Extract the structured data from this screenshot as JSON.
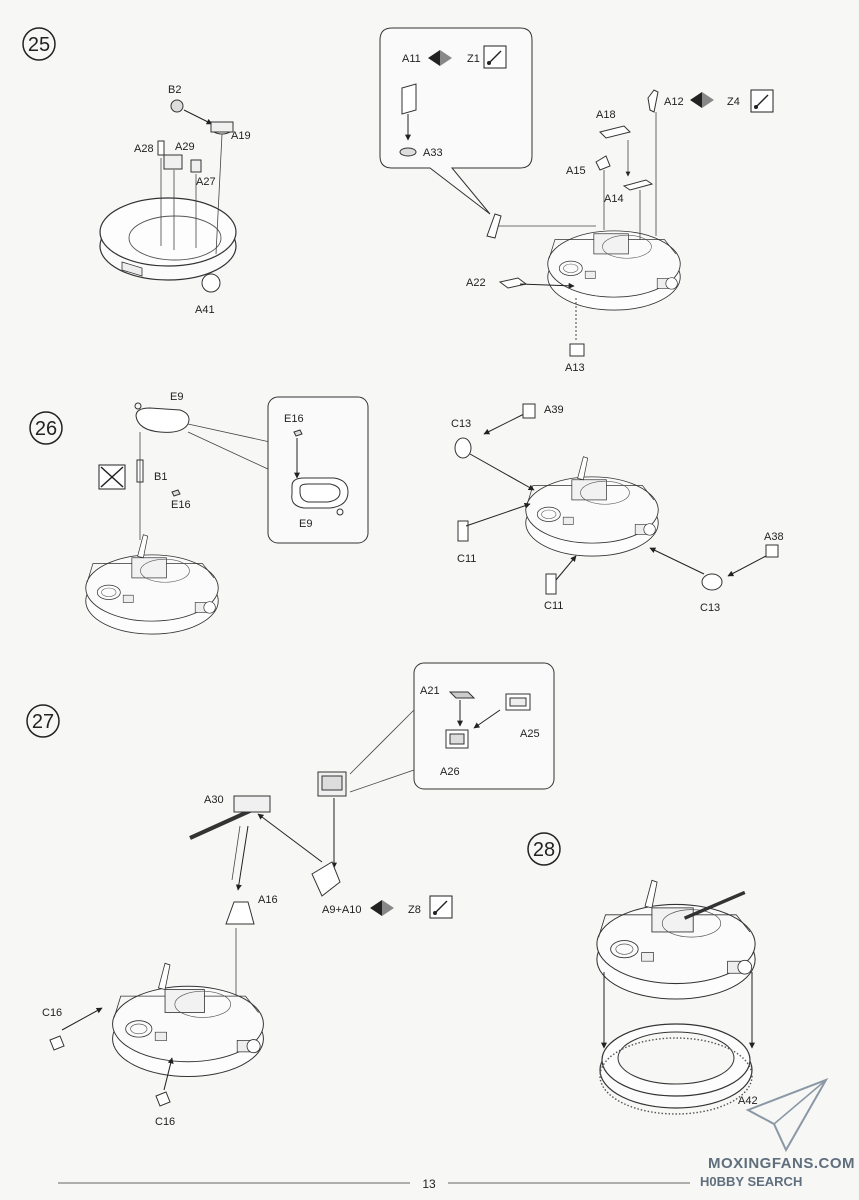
{
  "page_number": "13",
  "watermark": {
    "line1": "MOXINGFANS.COM",
    "line2": "H0BBY SEARCH"
  },
  "steps": [
    {
      "number": "25",
      "labels": {
        "b2": "B2",
        "a19": "A19",
        "a28": "A28",
        "a29": "A29",
        "a27": "A27",
        "a41": "A41",
        "a11": "A11",
        "z1": "Z1",
        "a33": "A33",
        "a12": "A12",
        "z4": "Z4",
        "a18": "A18",
        "a15": "A15",
        "a14": "A14",
        "a22": "A22",
        "a13": "A13"
      },
      "icons": [
        "paint-brush-icon",
        "paint-brush-icon"
      ]
    },
    {
      "number": "26",
      "labels": {
        "e9": "E9",
        "b1": "B1",
        "e16": "E16",
        "e16_detail": "E16",
        "e9_detail": "E9",
        "c13_top": "C13",
        "a39": "A39",
        "c11_left": "C11",
        "c11_bottom": "C11",
        "a38": "A38",
        "c13_bottom": "C13"
      },
      "icons": [
        "cut-part-icon"
      ]
    },
    {
      "number": "27",
      "labels": {
        "a21": "A21",
        "a25": "A25",
        "a26": "A26",
        "a30": "A30",
        "a16": "A16",
        "a9a10": "A9+A10",
        "z8": "Z8",
        "c16_top": "C16",
        "c16_bottom": "C16"
      },
      "icons": [
        "paint-brush-icon"
      ]
    },
    {
      "number": "28",
      "labels": {
        "a42": "A42"
      }
    }
  ]
}
